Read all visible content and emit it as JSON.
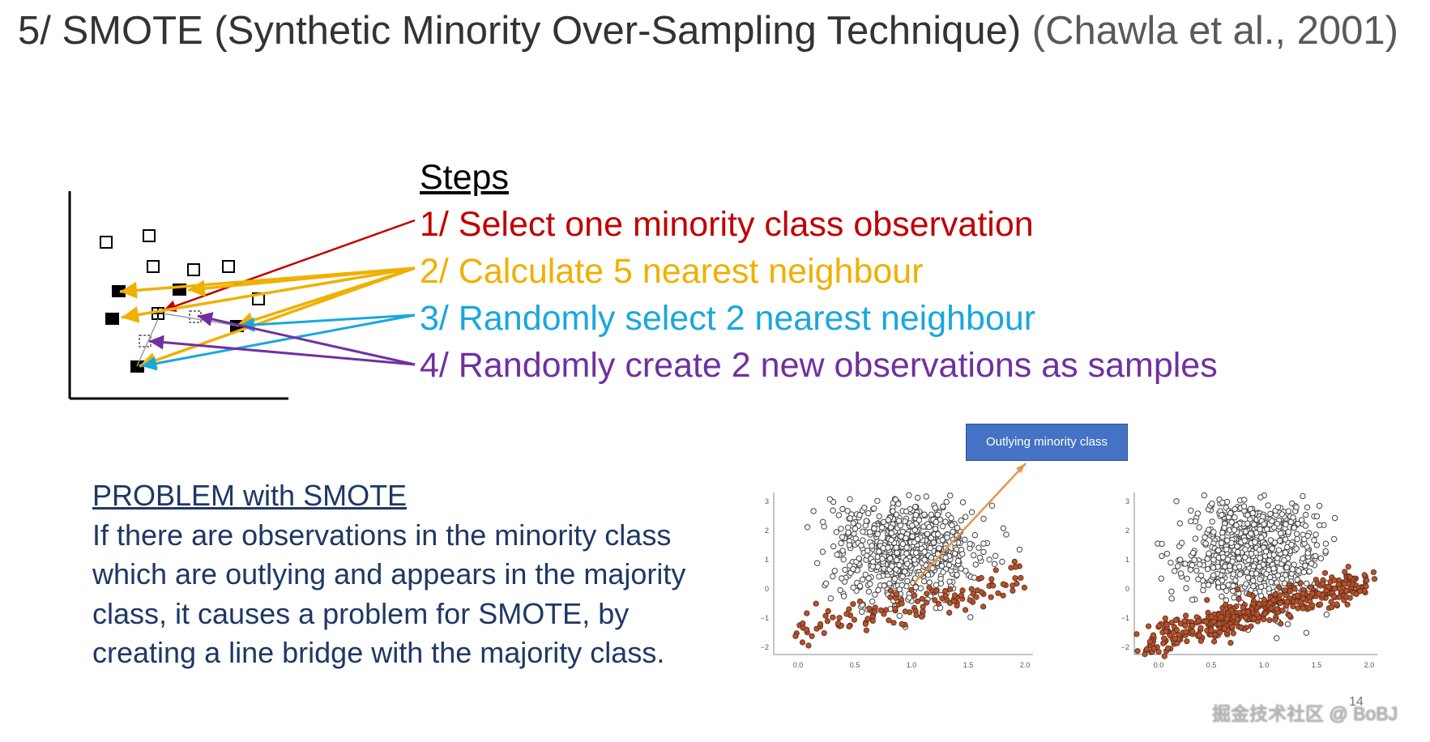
{
  "title": {
    "main": "5/ SMOTE (Synthetic Minority Over-Sampling Technique)",
    "citation": "(Chawla et al., 2001)"
  },
  "steps": {
    "heading": "Steps",
    "items": [
      "1/ Select one minority class observation",
      "2/ Calculate 5 nearest neighbour",
      "3/ Randomly select 2 nearest neighbour",
      "4/ Randomly create 2 new observations as samples"
    ]
  },
  "problem": {
    "heading": "PROBLEM with SMOTE",
    "text": "If there are observations in the minority class which are outlying and appears in the majority class, it causes a problem for SMOTE, by creating a line bridge with the majority class."
  },
  "scatter_left": {
    "y_ticks": [
      "3",
      "2",
      "1",
      "0",
      "−1",
      "−2"
    ],
    "x_ticks": [
      "0.0",
      "0.5",
      "1.0",
      "1.5",
      "2.0"
    ]
  },
  "scatter_right": {
    "y_ticks": [
      "3",
      "2",
      "1",
      "0",
      "−1",
      "−2"
    ],
    "x_ticks": [
      "0.0",
      "0.5",
      "1.0",
      "1.5",
      "2.0"
    ]
  },
  "callout_label": "Outlying minority class",
  "page_number": "14",
  "watermark": "掘金技术社区 @ BoBJ",
  "colors": {
    "step1": "#c00000",
    "step2": "#f0b000",
    "step3": "#1aa7de",
    "step4": "#7030a0",
    "majority": "#ffffff",
    "minority": "#b5532d",
    "callout": "#4472c4"
  }
}
